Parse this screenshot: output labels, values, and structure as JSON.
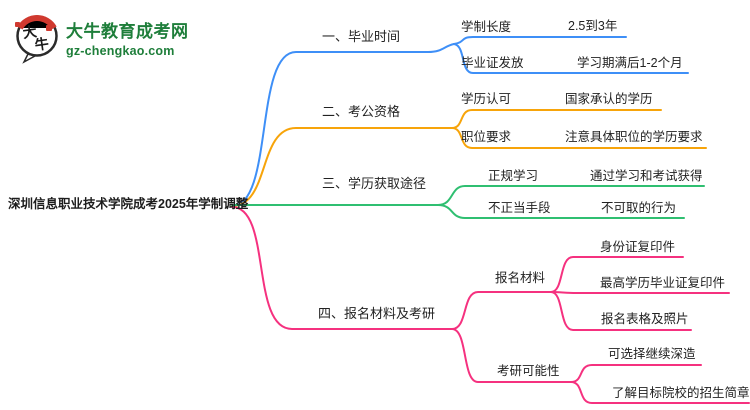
{
  "site": {
    "logo_seal_chars": "大牛",
    "logo_title": "大牛教育成考网",
    "logo_domain": "gz-chengkao.com"
  },
  "colors": {
    "branch1": "#3E8FF7",
    "branch2": "#F7A40A",
    "branch3": "#2FBF71",
    "branch4": "#F5317F",
    "logo_green": "#1E7E3A",
    "seal_red": "#D0392F",
    "ink": "#1A1A1A"
  },
  "mindmap": {
    "root": "深圳信息职业技术学院成考2025年学制调整",
    "branches": [
      {
        "label": "一、毕业时间",
        "rows": [
          {
            "key": "学制长度",
            "value": "2.5到3年"
          },
          {
            "key": "毕业证发放",
            "value": "学习期满后1-2个月"
          }
        ]
      },
      {
        "label": "二、考公资格",
        "rows": [
          {
            "key": "学历认可",
            "value": "国家承认的学历"
          },
          {
            "key": "职位要求",
            "value": "注意具体职位的学历要求"
          }
        ]
      },
      {
        "label": "三、学历获取途径",
        "rows": [
          {
            "key": "正规学习",
            "value": "通过学习和考试获得"
          },
          {
            "key": "不正当手段",
            "value": "不可取的行为"
          }
        ]
      },
      {
        "label": "四、报名材料及考研",
        "subs": [
          {
            "label": "报名材料",
            "leaves": [
              "身份证复印件",
              "最高学历毕业证复印件",
              "报名表格及照片"
            ]
          },
          {
            "label": "考研可能性",
            "leaves": [
              "可选择继续深造",
              "了解目标院校的招生简章"
            ]
          }
        ]
      }
    ]
  }
}
